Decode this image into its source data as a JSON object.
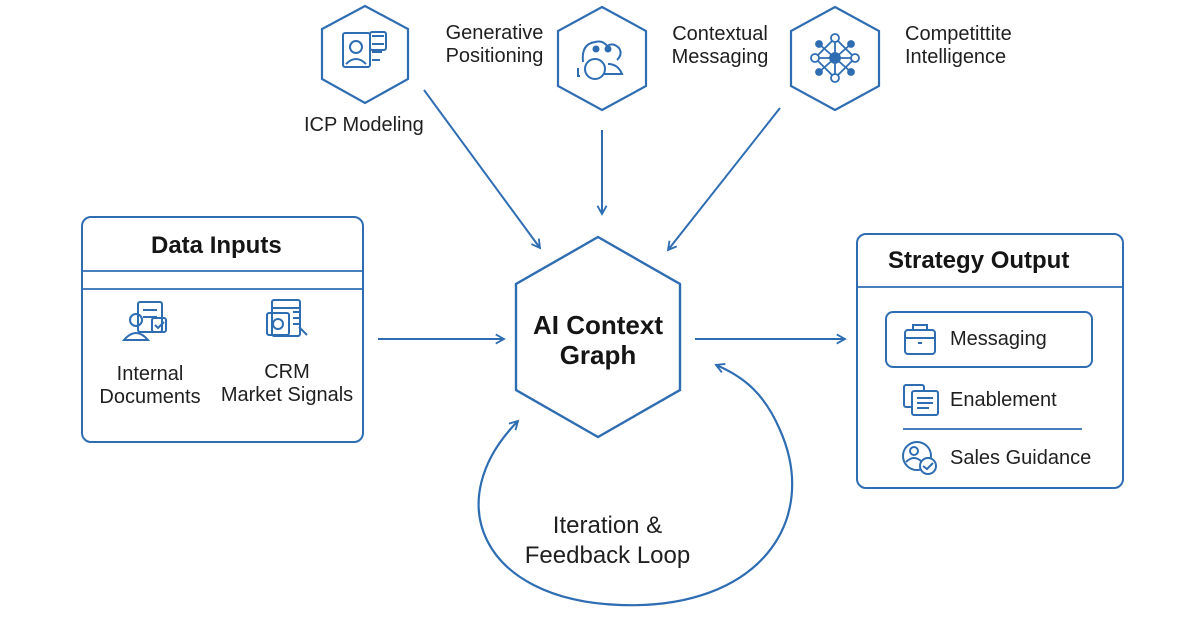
{
  "top_nodes": [
    {
      "label": "ICP Modeling",
      "icon": "profile-card-icon"
    },
    {
      "label": "Generative\nPositioning",
      "icon": "robot-mascot-icon"
    },
    {
      "label": "Contextual\nMessaging",
      "icon": "network-graph-icon"
    },
    {
      "label": "Competittite\nIntelligence",
      "icon": "network-graph-icon"
    }
  ],
  "data_inputs": {
    "title": "Data Inputs",
    "items": [
      {
        "label": "Internal\nDocuments",
        "icon": "user-document-icon"
      },
      {
        "label": "CRM\nMarket Signals",
        "icon": "document-search-icon"
      }
    ]
  },
  "core": {
    "label": "AI Context\nGraph"
  },
  "strategy_output": {
    "title": "Strategy Output",
    "items": [
      {
        "label": "Messaging",
        "icon": "briefcase-icon"
      },
      {
        "label": "Enablement",
        "icon": "stacked-documents-icon"
      },
      {
        "label": "Sales Guidance",
        "icon": "guidance-badge-icon"
      }
    ]
  },
  "loop": {
    "label": "Iteration &\nFeedback Loop"
  },
  "colors": {
    "accent": "#2f6db3",
    "text": "#1f1f1f"
  }
}
